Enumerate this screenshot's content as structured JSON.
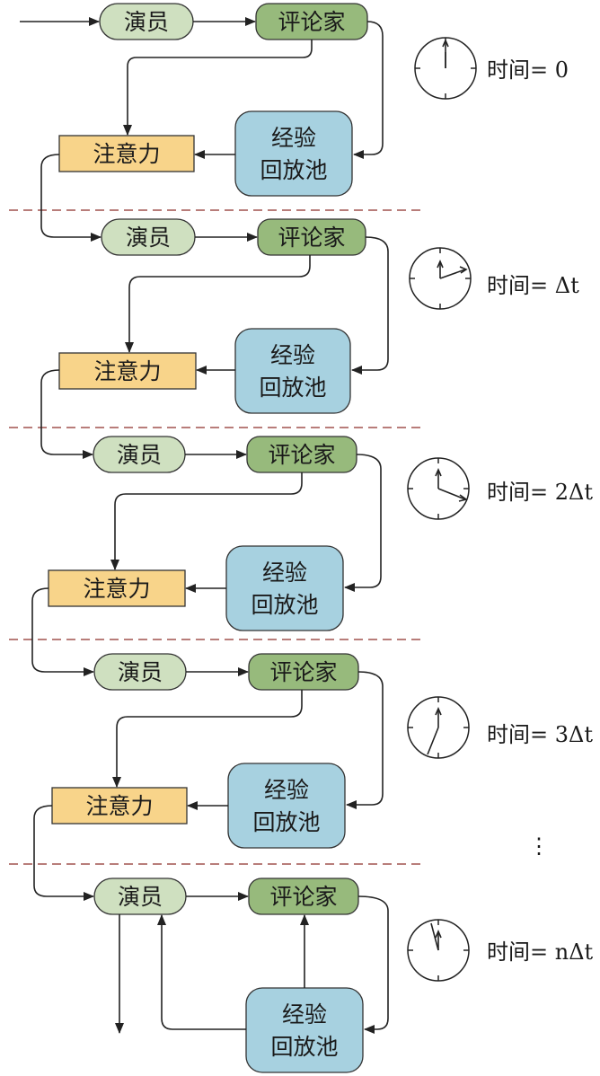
{
  "nodes": {
    "actor": "演员",
    "critic": "评论家",
    "attention": "注意力",
    "replay_line1": "经验",
    "replay_line2": "回放池"
  },
  "time_labels": [
    "时间= 0",
    "时间= Δt",
    "时间= 2Δt",
    "时间= 3Δt",
    "时间= nΔt"
  ],
  "ellipsis": "⋮",
  "colors": {
    "actor_fill": "#cfe0c0",
    "critic_fill": "#97ba7c",
    "attention_fill": "#f8d48a",
    "replay_fill": "#a7d1e0",
    "divider": "#a0524e"
  }
}
